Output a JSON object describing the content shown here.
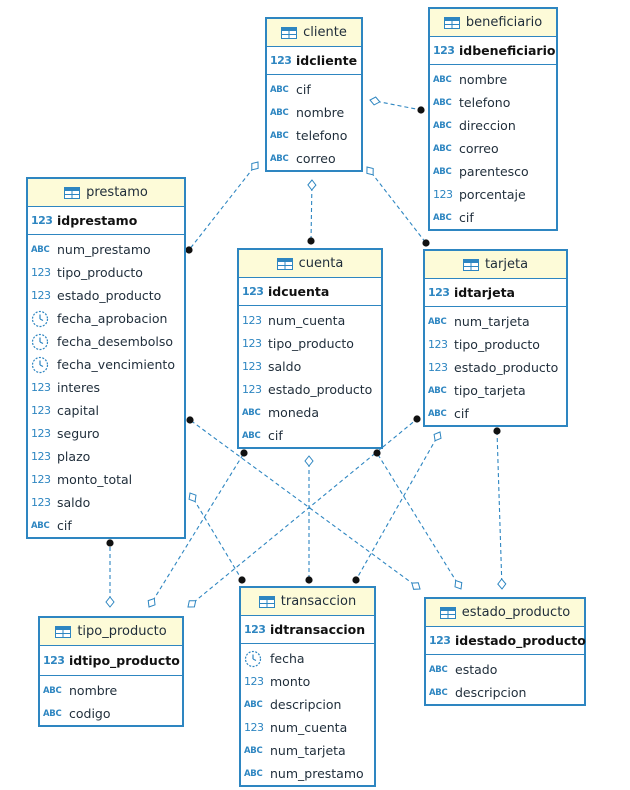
{
  "diagram": {
    "colors": {
      "border": "#2e86c1",
      "header_bg": "#fdfbd8",
      "connector": "#2e86c1",
      "endpoint": "#111111",
      "type_icon": "#2e86c1"
    },
    "entities": {
      "cliente": {
        "title": "cliente",
        "pk": {
          "type": "123",
          "name": "idcliente"
        },
        "columns": [
          {
            "type": "ABC",
            "name": "cif"
          },
          {
            "type": "ABC",
            "name": "nombre"
          },
          {
            "type": "ABC",
            "name": "telefono"
          },
          {
            "type": "ABC",
            "name": "correo"
          }
        ]
      },
      "beneficiario": {
        "title": "beneficiario",
        "pk": {
          "type": "123",
          "name": "idbeneficiario"
        },
        "columns": [
          {
            "type": "ABC",
            "name": "nombre"
          },
          {
            "type": "ABC",
            "name": "telefono"
          },
          {
            "type": "ABC",
            "name": "direccion"
          },
          {
            "type": "ABC",
            "name": "correo"
          },
          {
            "type": "ABC",
            "name": "parentesco"
          },
          {
            "type": "123",
            "name": "porcentaje"
          },
          {
            "type": "ABC",
            "name": "cif"
          }
        ]
      },
      "prestamo": {
        "title": "prestamo",
        "pk": {
          "type": "123",
          "name": "idprestamo"
        },
        "columns": [
          {
            "type": "ABC",
            "name": "num_prestamo"
          },
          {
            "type": "123",
            "name": "tipo_producto"
          },
          {
            "type": "123",
            "name": "estado_producto"
          },
          {
            "type": "date",
            "name": "fecha_aprobacion"
          },
          {
            "type": "date",
            "name": "fecha_desembolso"
          },
          {
            "type": "date",
            "name": "fecha_vencimiento"
          },
          {
            "type": "123",
            "name": "interes"
          },
          {
            "type": "123",
            "name": "capital"
          },
          {
            "type": "123",
            "name": "seguro"
          },
          {
            "type": "123",
            "name": "plazo"
          },
          {
            "type": "123",
            "name": "monto_total"
          },
          {
            "type": "123",
            "name": "saldo"
          },
          {
            "type": "ABC",
            "name": "cif"
          }
        ]
      },
      "cuenta": {
        "title": "cuenta",
        "pk": {
          "type": "123",
          "name": "idcuenta"
        },
        "columns": [
          {
            "type": "123",
            "name": "num_cuenta"
          },
          {
            "type": "123",
            "name": "tipo_producto"
          },
          {
            "type": "123",
            "name": "saldo"
          },
          {
            "type": "123",
            "name": "estado_producto"
          },
          {
            "type": "ABC",
            "name": "moneda"
          },
          {
            "type": "ABC",
            "name": "cif"
          }
        ]
      },
      "tarjeta": {
        "title": "tarjeta",
        "pk": {
          "type": "123",
          "name": "idtarjeta"
        },
        "columns": [
          {
            "type": "ABC",
            "name": "num_tarjeta"
          },
          {
            "type": "123",
            "name": "tipo_producto"
          },
          {
            "type": "123",
            "name": "estado_producto"
          },
          {
            "type": "ABC",
            "name": "tipo_tarjeta"
          },
          {
            "type": "ABC",
            "name": "cif"
          }
        ]
      },
      "tipo_producto": {
        "title": "tipo_producto",
        "pk": {
          "type": "123",
          "name": "idtipo_producto"
        },
        "columns": [
          {
            "type": "ABC",
            "name": "nombre"
          },
          {
            "type": "ABC",
            "name": "codigo"
          }
        ]
      },
      "transaccion": {
        "title": "transaccion",
        "pk": {
          "type": "123",
          "name": "idtransaccion"
        },
        "columns": [
          {
            "type": "date",
            "name": "fecha"
          },
          {
            "type": "123",
            "name": "monto"
          },
          {
            "type": "ABC",
            "name": "descripcion"
          },
          {
            "type": "123",
            "name": "num_cuenta"
          },
          {
            "type": "ABC",
            "name": "num_tarjeta"
          },
          {
            "type": "ABC",
            "name": "num_prestamo"
          }
        ]
      },
      "estado_producto": {
        "title": "estado_producto",
        "pk": {
          "type": "123",
          "name": "idestado_producto"
        },
        "columns": [
          {
            "type": "ABC",
            "name": "estado"
          },
          {
            "type": "ABC",
            "name": "descripcion"
          }
        ]
      }
    },
    "relationships": [
      {
        "from": "cliente",
        "to": "beneficiario"
      },
      {
        "from": "cliente",
        "to": "prestamo"
      },
      {
        "from": "cliente",
        "to": "cuenta"
      },
      {
        "from": "cliente",
        "to": "tarjeta"
      },
      {
        "from": "tipo_producto",
        "to": "prestamo"
      },
      {
        "from": "tipo_producto",
        "to": "cuenta"
      },
      {
        "from": "tipo_producto",
        "to": "tarjeta"
      },
      {
        "from": "estado_producto",
        "to": "prestamo"
      },
      {
        "from": "estado_producto",
        "to": "cuenta"
      },
      {
        "from": "estado_producto",
        "to": "tarjeta"
      },
      {
        "from": "prestamo",
        "to": "transaccion"
      },
      {
        "from": "cuenta",
        "to": "transaccion"
      },
      {
        "from": "tarjeta",
        "to": "transaccion"
      }
    ]
  }
}
